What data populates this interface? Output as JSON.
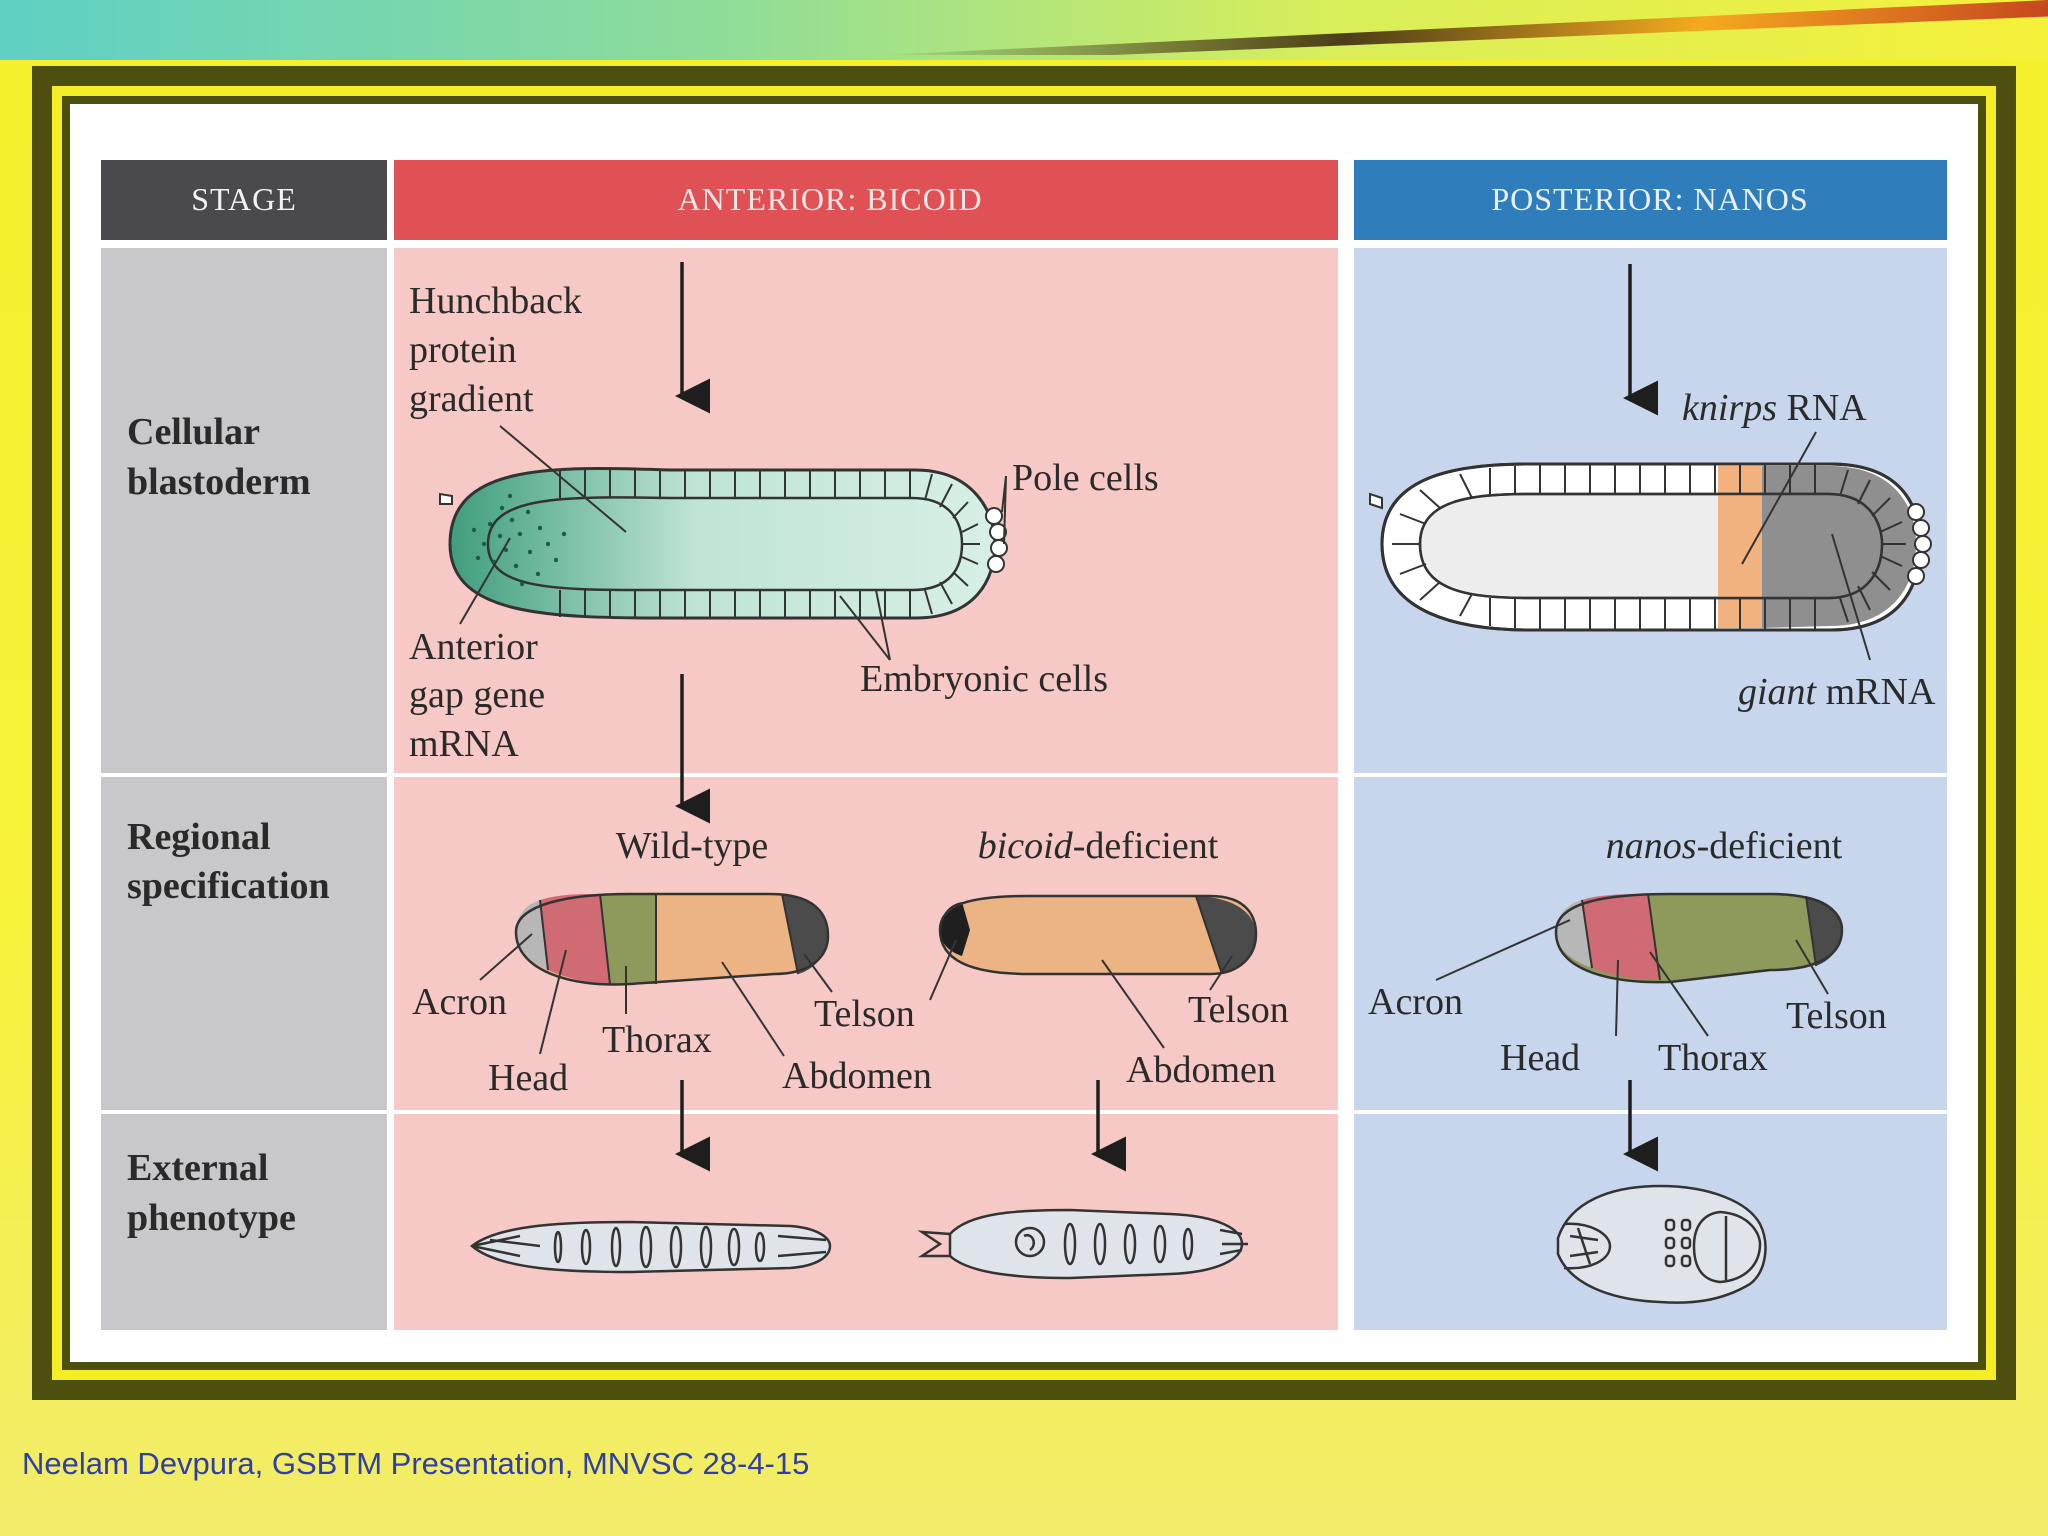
{
  "headers": {
    "stage": "STAGE",
    "anterior": "ANTERIOR: BICOID",
    "posterior": "POSTERIOR: NANOS"
  },
  "rows": {
    "row1": [
      "Cellular",
      "blastoderm"
    ],
    "row2": [
      "Regional",
      "specification"
    ],
    "row3": [
      "External",
      "phenotype"
    ]
  },
  "anterior": {
    "hunchback": [
      "Hunchback",
      "protein",
      "gradient"
    ],
    "pole_cells": "Pole cells",
    "anterior_gap": [
      "Anterior",
      "gap gene",
      "mRNA"
    ],
    "embryonic_cells": "Embryonic cells",
    "wild_type": "Wild-type",
    "bicoid_italic": "bicoid",
    "deficient_suffix": "-deficient",
    "wt_labels": {
      "acron": "Acron",
      "head": "Head",
      "thorax": "Thorax",
      "telson": "Telson",
      "abdomen": "Abdomen"
    },
    "bcd_labels": {
      "telson": "Telson",
      "abdomen": "Abdomen"
    }
  },
  "posterior": {
    "knirps_italic": "knirps",
    "knirps_suffix": " RNA",
    "giant_italic": "giant",
    "giant_suffix": " mRNA",
    "nanos_italic": "nanos",
    "deficient_suffix": "-deficient",
    "labels": {
      "acron": "Acron",
      "head": "Head",
      "thorax": "Thorax",
      "telson": "Telson"
    }
  },
  "colors": {
    "stage_header": "#4a4a4c",
    "anterior_header": "#e05156",
    "posterior_header": "#2f7dbb",
    "stage_bg": "#c8c8ca",
    "anterior_bg": "#f6c9c6",
    "posterior_bg": "#c7d6ec",
    "hunchback_green": "#3f9e7d",
    "acron_gray": "#b7b7b7",
    "head_pink": "#d06b74",
    "thorax_green": "#8e9a5c",
    "abdomen_tan": "#ecb384",
    "telson_dark": "#4b4b4b",
    "knirps_orange": "#f1b27f",
    "giant_gray": "#8f8f8f",
    "footer_text": "#2f3fa4"
  },
  "footer": "Neelam Devpura, GSBTM Presentation, MNVSC 28-4-15"
}
